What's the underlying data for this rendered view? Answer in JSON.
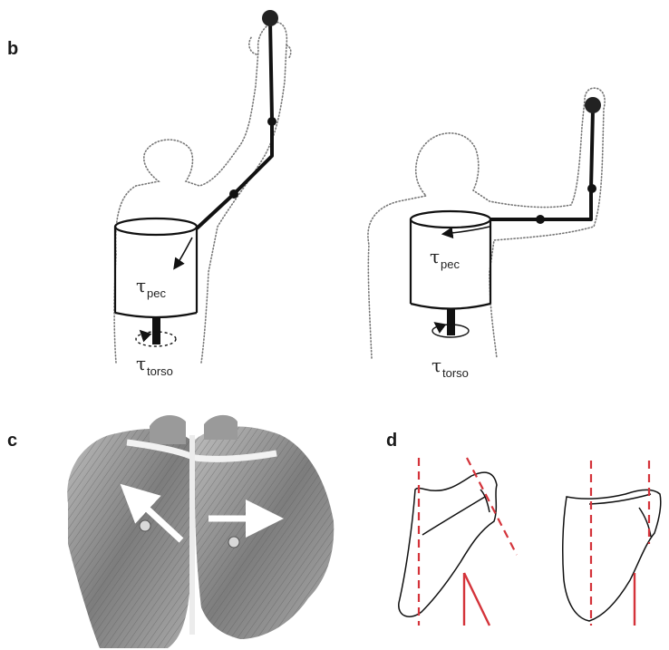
{
  "panels": {
    "b": {
      "letter": "b",
      "left": {
        "tau_pec": "τ",
        "tau_pec_sub": "pec",
        "tau_torso": "τ",
        "tau_torso_sub": "torso"
      },
      "right": {
        "tau_pec": "τ",
        "tau_pec_sub": "pec",
        "tau_torso": "τ",
        "tau_torso_sub": "torso"
      }
    },
    "c": {
      "letter": "c"
    },
    "d": {
      "letter": "d"
    }
  },
  "colors": {
    "ink": "#111111",
    "outline": "#777777",
    "red_lines": "#d4333a",
    "muscle": "#8a8a8a",
    "arrow": "#ffffff"
  },
  "icons": [
    "ball-icon",
    "joint-icon",
    "rotation-arrow-icon"
  ]
}
